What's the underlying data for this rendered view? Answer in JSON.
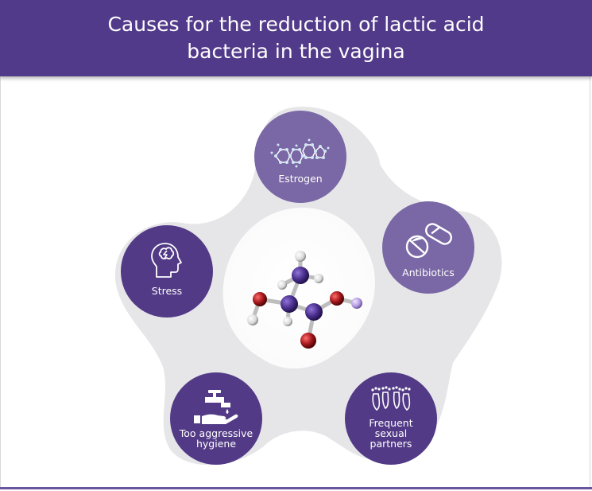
{
  "header": {
    "title": "Causes for the reduction of lactic acid bacteria in the vagina"
  },
  "causes": {
    "estrogen": {
      "label": "Estrogen",
      "icon": "molecule-chain-icon"
    },
    "antibiotics": {
      "label": "Antibiotics",
      "icon": "pills-icon"
    },
    "stress": {
      "label": "Stress",
      "icon": "head-lightning-icon"
    },
    "hygiene": {
      "label": "Too aggressive hygiene",
      "icon": "hand-faucet-icon"
    },
    "partners": {
      "label": "Frequent sexual partners",
      "icon": "footprints-icon"
    }
  },
  "colors": {
    "header_bg": "#523a8a",
    "node_dark": "#523a86",
    "node_light": "#7a67a5",
    "blob": "#e6e6e9",
    "atom_carbon": "#4a2e8c",
    "atom_oxygen": "#a3161b",
    "atom_hydrogen": "#e8e8e8",
    "atom_light": "#b39ae0"
  }
}
